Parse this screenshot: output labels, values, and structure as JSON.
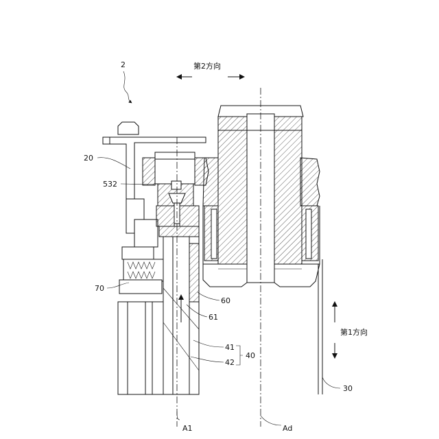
{
  "labels": {
    "fig_ref": "2",
    "part_20": "20",
    "part_532": "532",
    "part_70": "70",
    "part_60": "60",
    "part_61": "61",
    "part_41": "41",
    "part_42": "42",
    "part_40": "40",
    "part_30": "30",
    "axis_a1": "A1",
    "axis_ad": "Ad",
    "dir_2": "第2方向",
    "dir_1": "第1方向"
  }
}
